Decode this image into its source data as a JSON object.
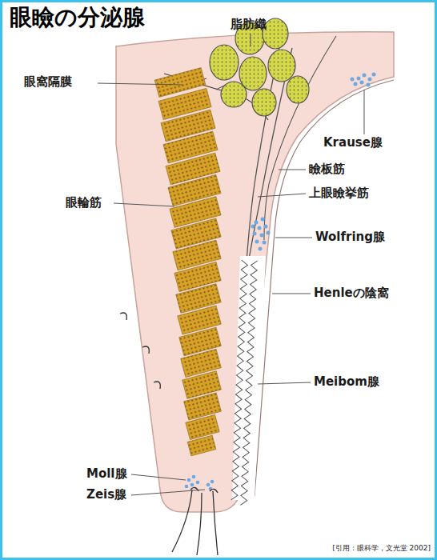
{
  "diagram": {
    "title": "眼瞼の分泌腺",
    "labels": [
      "脂肪織",
      "眼窩隔膜",
      "Krause腺",
      "瞼板筋",
      "上眼瞼挙筋",
      "眼輪筋",
      "Wolfring腺",
      "Henleの陰窩",
      "Meibom腺",
      "Moll腺",
      "Zeis腺",
      "[引用：眼科学，文光堂 2002]"
    ]
  }
}
